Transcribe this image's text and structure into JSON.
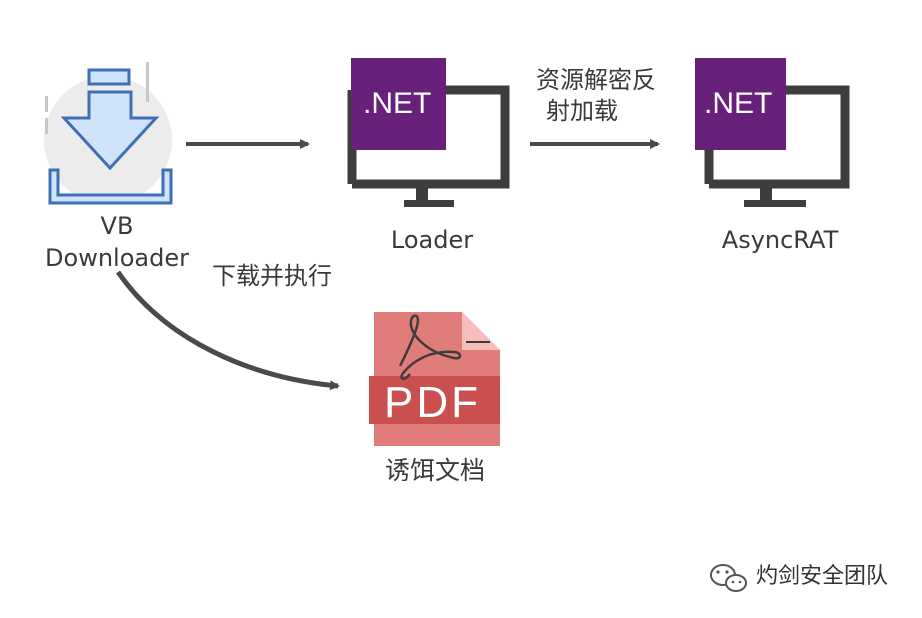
{
  "nodes": {
    "vb_downloader": {
      "line1": "VB",
      "line2": "Downloader"
    },
    "loader": {
      "badge": ".NET",
      "label": "Loader"
    },
    "asyncrat": {
      "badge": ".NET",
      "label": "AsyncRAT"
    },
    "decoy": {
      "badge": "PDF",
      "label": "诱饵文档"
    }
  },
  "edges": {
    "loader_to_asyncrat": {
      "line1": "资源解密反",
      "line2": "射加载"
    },
    "downloader_to_decoy": {
      "label": "下载并执行"
    }
  },
  "watermark": {
    "text": "灼剑安全团队",
    "icon": "wechat-icon"
  },
  "colors": {
    "net_purple": "#68217a",
    "monitor": "#3d3d3d",
    "arrow": "#4a4a4a",
    "download_blue": "#3f6fb5",
    "download_fill": "#cfe3fa",
    "pdf_red": "#c9504f",
    "pdf_light": "#e07d7b"
  }
}
